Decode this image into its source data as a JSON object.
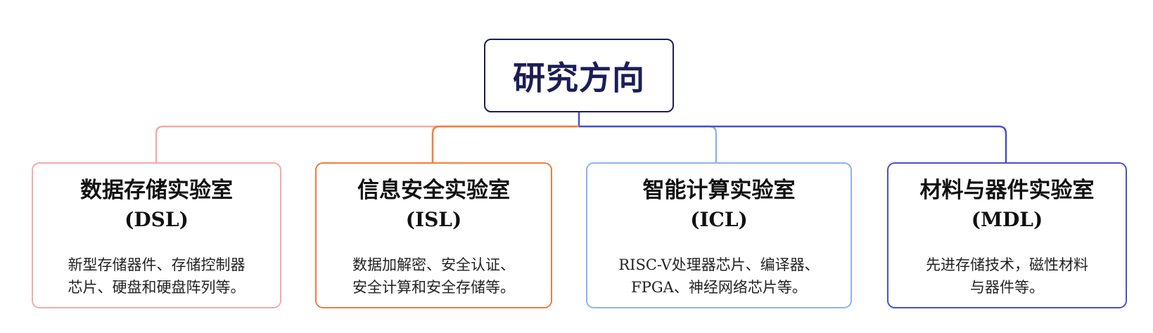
{
  "root": {
    "title": "研究方向",
    "color": "#1c1d57"
  },
  "labs": [
    {
      "name": "数据存储实验室",
      "abbr": "(DSL)",
      "desc_lines": [
        "新型存储器件、存储控制器",
        "芯片、硬盘和硬盘阵列等。"
      ],
      "color": "#f6a9aa"
    },
    {
      "name": "信息安全实验室",
      "abbr": "(ISL)",
      "desc_lines": [
        "数据加解密、安全认证、",
        "安全计算和安全存储等。"
      ],
      "color": "#f47c3b"
    },
    {
      "name": "智能计算实验室",
      "abbr": "(ICL)",
      "desc_lines": [
        "RISC-V处理器芯片、编译器、",
        "FPGA、神经网络芯片等。"
      ],
      "color": "#8fb1f4"
    },
    {
      "name": "材料与器件实验室",
      "abbr": "(MDL)",
      "desc_lines": [
        "先进存储技术，磁性材料",
        "与器件等。"
      ],
      "color": "#4a4ed0"
    }
  ]
}
